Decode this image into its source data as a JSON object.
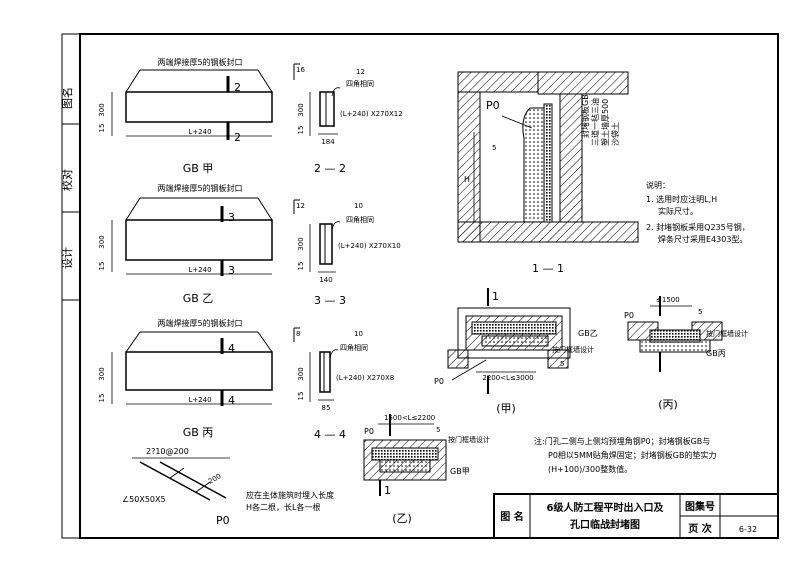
{
  "side_strip": {
    "labels": [
      "图名",
      "校对",
      "设计"
    ]
  },
  "gb_jia": {
    "top_note": "两端焊接厚5的钢板封口",
    "section_mark": "2",
    "dim_height": "300",
    "dim_top": "15",
    "dim_bottom": "15",
    "dim_length": "L+240",
    "caption": "GB 甲"
  },
  "sec22": {
    "plate_thk": "16",
    "angle_thk": "12",
    "note": "四角相同",
    "spec": "(L+240) X270X12",
    "dim_h": "300",
    "dim_t": "15",
    "dim_w": "184",
    "caption": "2 — 2"
  },
  "gb_yi": {
    "top_note": "两端焊接厚5的钢板封口",
    "section_mark": "3",
    "dim_height": "300",
    "dim_top": "15",
    "dim_bottom": "15",
    "dim_length": "L+240",
    "caption": "GB 乙"
  },
  "sec33": {
    "plate_thk": "12",
    "angle_thk": "10",
    "note": "四角相同",
    "spec": "(L+240) X270X10",
    "dim_h": "300",
    "dim_t": "15",
    "dim_w": "140",
    "caption": "3 — 3"
  },
  "gb_bing": {
    "top_note": "两端焊接厚5的钢板封口",
    "section_mark": "4",
    "dim_height": "300",
    "dim_top": "15",
    "dim_bottom": "15",
    "dim_length": "L+240",
    "caption": "GB 丙"
  },
  "sec44": {
    "plate_thk": "8",
    "angle_thk": "10",
    "note": "四角相同",
    "spec": "(L+240) X270X8",
    "dim_h": "300",
    "dim_t": "15",
    "dim_w": "85",
    "caption": "4 — 4"
  },
  "rebar": {
    "label_top": "2?10@200",
    "angle": "∠50X50X5",
    "dim": "200",
    "note1": "应在主体施筑时埋入长度",
    "note2": "H各二根，长L各一根",
    "po": "P0"
  },
  "section11": {
    "po": "P0",
    "dim": "5",
    "h": "H",
    "layers": [
      "封堵钢板GB",
      "三道一毡三油",
      "塑土墙厚500",
      "沙袋土"
    ],
    "caption": "1 — 1"
  },
  "notes": {
    "title": "说明：",
    "item1a": "1. 选用时应注明L,H",
    "item1b": "实际尺寸。",
    "item2a": "2. 封堵钢板采用Q235号钢，",
    "item2b": "焊条尺寸采用E4303型。"
  },
  "detail_jia": {
    "mark": "1",
    "gb": "GB乙",
    "po": "P0",
    "ref": "按门框墙设计",
    "dim5": "5",
    "range": "2200<L≤3000",
    "caption": "(甲)"
  },
  "detail_bing": {
    "dim_top": "≤1500",
    "dim5": "5",
    "po": "P0",
    "ref": "按门框墙设计",
    "gb": "GB丙",
    "caption": "(丙)"
  },
  "detail_yi": {
    "range": "1500<L≤2200",
    "po": "P0",
    "dim5": "5",
    "ref": "按门框墙设计",
    "gb": "GB甲",
    "mark": "1",
    "caption": "(乙)"
  },
  "bottom_note": {
    "line1": "注:门孔二侧与上侧均预埋角钢P0；封堵钢板GB与",
    "line2": "P0相以5MM贴角焊固定；封堵钢板GB的垫实力",
    "line3": "(H+100)/300整数值。"
  },
  "title_block": {
    "name_label": "图 名",
    "title_line1": "6级人防工程平时出入口及",
    "title_line2": "孔口临战封堵图",
    "figno_label": "图集号",
    "page_label": "页 次",
    "page_value": "6-32"
  }
}
